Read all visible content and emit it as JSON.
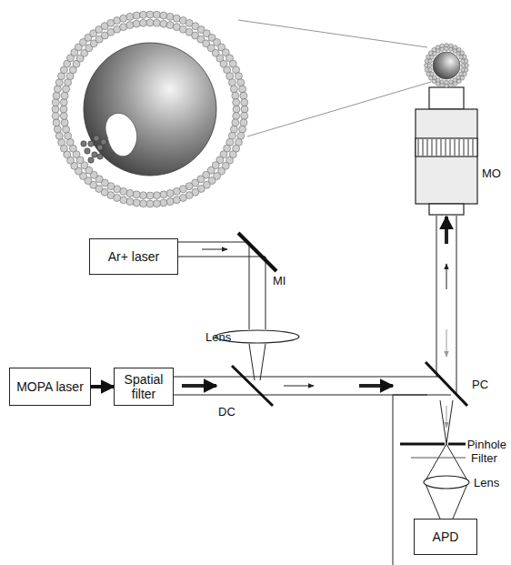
{
  "diagram": {
    "nodes": [
      {
        "text": [
          "Ar+ laser"
        ]
      },
      {
        "text": [
          "MOPA laser"
        ]
      },
      {
        "text": [
          "Spatial filter"
        ]
      },
      {
        "text": [
          "APD"
        ]
      }
    ],
    "edges": [
      {
        "from": 1,
        "to": 2,
        "arrow": "to"
      }
    ],
    "labels": [
      "MI",
      "Lens",
      "DC",
      "MO",
      "PC",
      "Pinhole",
      "Filter",
      "Lens"
    ]
  }
}
